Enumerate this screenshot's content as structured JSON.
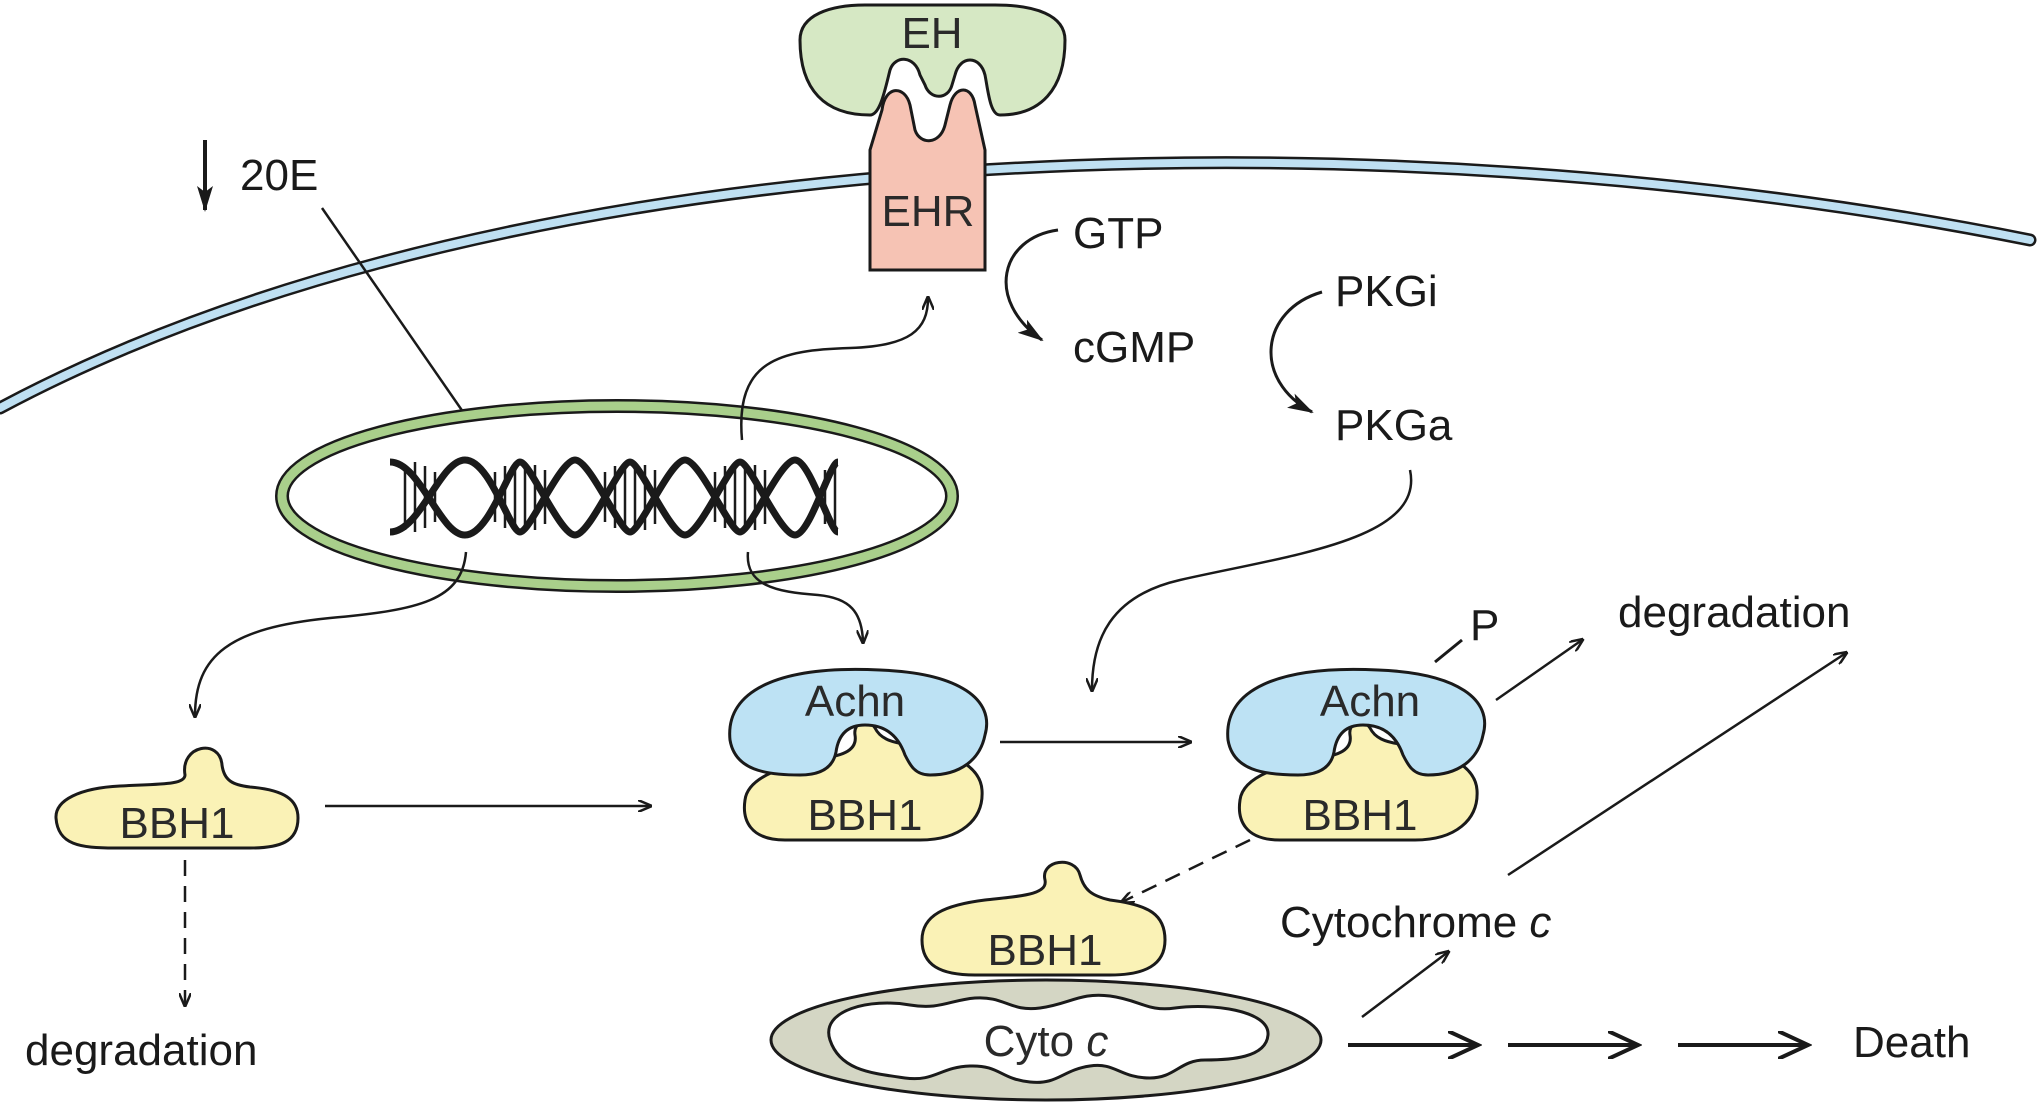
{
  "labels": {
    "eh": "EH",
    "ehr": "EHR",
    "ecdysone": "20E",
    "gtp": "GTP",
    "cgmp": "cGMP",
    "pkgi": "PKGi",
    "pkga": "PKGa",
    "achn_1": "Achn",
    "achn_2": "Achn",
    "phospho": "P",
    "bbh1_free": "BBH1",
    "bbh1_complex_1": "BBH1",
    "bbh1_complex_2": "BBH1",
    "bbh1_released": "BBH1",
    "degradation_top": "degradation",
    "degradation_bottom": "degradation",
    "cytochrome": "Cytochrome",
    "cytochrome_italic": "c",
    "cyto_c": "Cyto",
    "cyto_c_italic": "c",
    "death": "Death"
  },
  "colors": {
    "eh_green": "#d6e8c4",
    "ehr_pink": "#f6c3b4",
    "membrane_blue": "#bfe0f2",
    "nucleus_green": "#a9cf8b",
    "achn_blue": "#bde2f4",
    "bbh1_yellow": "#faf2b6",
    "mito_gray": "#d4d6c4"
  }
}
